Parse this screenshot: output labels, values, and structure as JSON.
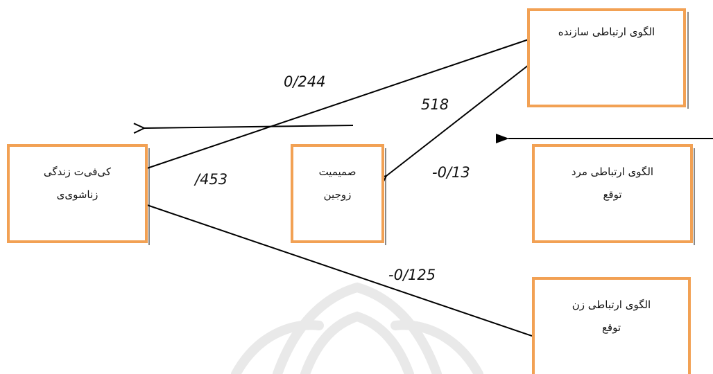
{
  "boxes": {
    "constructive": "الگوی ارتباطی سازنده",
    "quality_line1": "کی‌فی‌ت زندگی",
    "quality_line2": "زناشوی‌ی",
    "intimacy_line1": "صمیمیت",
    "intimacy_line2": "زوجین",
    "male_line1": "الگوی ارتباطی مرد",
    "male_line2": "توقع",
    "female_line1": "الگوی ارتباطی زن",
    "female_line2": "توقع"
  },
  "coefficients": {
    "c_0244": "0/244",
    "c_518": "518",
    "c_453": "/453",
    "c_013": "-0/13",
    "c_0125": "-0/125"
  },
  "colors": {
    "box_border": "#f2a154",
    "line": "#000000"
  }
}
